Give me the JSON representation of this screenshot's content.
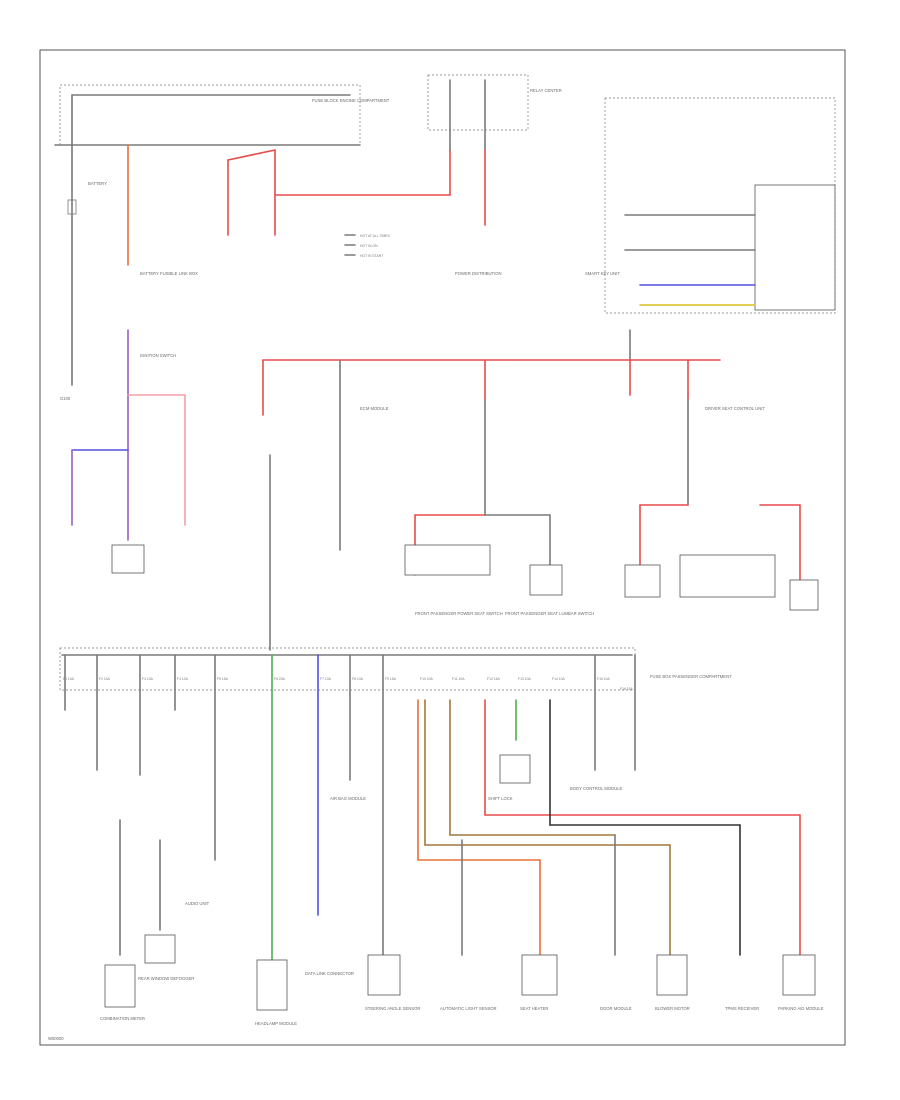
{
  "diagram": {
    "colors": {
      "background": "#ffffff",
      "frame": "#444444",
      "wire_default": "#7a7a7a",
      "wire_red": "#e74c4c",
      "wire_pink": "#f0a0a8",
      "wire_orange": "#e8703a",
      "wire_purple": "#9a5fc0",
      "wire_blue": "#5050e0",
      "wire_green": "#4caf50",
      "wire_dark": "#333333",
      "wire_brown": "#a07a3c",
      "wire_yellow": "#d8c020"
    },
    "page_label": "W00000",
    "legend_items": [
      {
        "abbr": "HOT AT ALL TIMES"
      },
      {
        "abbr": "HOT IN ON"
      },
      {
        "abbr": "HOT IN START"
      }
    ],
    "labels": {
      "battery": "BATTERY",
      "ground_main": "G100",
      "fuse_main_box": "FUSE BLOCK ENGINE COMPARTMENT",
      "fusible_link_box": "BATTERY FUSIBLE LINK BOX",
      "ignition_switch": "IGNITION SWITCH",
      "relay_center": "RELAY CENTER",
      "power_dist": "POWER DISTRIBUTION",
      "front_passenger_1": "FRONT PASSENGER POWER SEAT SWITCH",
      "front_passenger_2": "FRONT PASSENGER SEAT LUMBAR SWITCH",
      "smart_key_unit": "SMART KEY UNIT",
      "ecm_module": "ECM MODULE",
      "driver_seat": "DRIVER SEAT CONTROL UNIT",
      "fuse_box_passenger": "FUSE BOX PASSENGER COMPARTMENT",
      "combination_meter": "COMBINATION METER",
      "rear_window_defogger": "REAR WINDOW DEFOGGER",
      "shift_lock": "SHIFT LOCK",
      "headlamp_module": "HEADLAMP MODULE",
      "data_link": "DATA LINK CONNECTOR",
      "automatic_light": "AUTOMATIC LIGHT SENSOR",
      "steering_angle": "STEERING ANGLE SENSOR",
      "seat_heater": "SEAT HEATER",
      "blower_motor": "BLOWER MOTOR",
      "door_module": "DOOR MODULE",
      "body_control": "BODY CONTROL MODULE",
      "air_bag": "AIR BAG MODULE",
      "audio_unit": "AUDIO UNIT",
      "tpms": "TPMS RECEIVER",
      "parking_aid": "PARKING AID MODULE"
    },
    "fuse_labels": [
      "F1 10A",
      "F2 15A",
      "F3 10A",
      "F4 10A",
      "F5 15A",
      "F6 20A",
      "F7 10A",
      "F8 10A",
      "F9 15A",
      "F10 10A",
      "F11 10A",
      "F12 15A",
      "F13 10A",
      "F14 10A",
      "F15 10A",
      "F16 15A"
    ]
  }
}
